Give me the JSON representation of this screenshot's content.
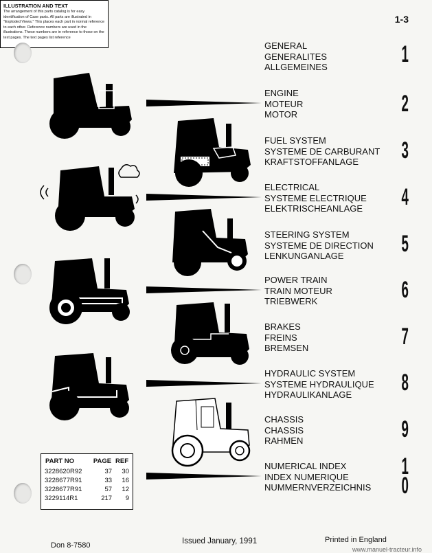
{
  "page_number": "1-3",
  "illustration_box": {
    "title": "ILLUSTRATION AND TEXT",
    "body": "The arrangement of this parts catalog is for easy identification of Case parts. All parts are illustrated in \"Exploded Views.\" This places each part in normal reference to each other. Reference numbers are used in the illustrations. These numbers are in reference to those on the text pages. The text pages list reference"
  },
  "sections": [
    {
      "lines": [
        "GENERAL",
        "GENERALITES",
        "ALLGEMEINES"
      ],
      "number": "1"
    },
    {
      "lines": [
        "ENGINE",
        "MOTEUR",
        "MOTOR"
      ],
      "number": "2"
    },
    {
      "lines": [
        "FUEL SYSTEM",
        "SYSTEME DE CARBURANT",
        "KRAFTSTOFFANLAGE"
      ],
      "number": "3"
    },
    {
      "lines": [
        "ELECTRICAL",
        "SYSTEME ELECTRIQUE",
        "ELEKTRISCHEANLAGE"
      ],
      "number": "4"
    },
    {
      "lines": [
        "STEERING SYSTEM",
        "SYSTEME DE DIRECTION",
        "LENKUNGANLAGE"
      ],
      "number": "5"
    },
    {
      "lines": [
        "POWER TRAIN",
        "TRAIN MOTEUR",
        "TRIEBWERK"
      ],
      "number": "6"
    },
    {
      "lines": [
        "BRAKES",
        "FREINS",
        "BREMSEN"
      ],
      "number": "7"
    },
    {
      "lines": [
        "HYDRAULIC SYSTEM",
        "SYSTEME HYDRAULIQUE",
        "HYDRAULIKANLAGE"
      ],
      "number": "8"
    },
    {
      "lines": [
        "CHASSIS",
        "CHASSIS",
        "RAHMEN"
      ],
      "number": "9"
    },
    {
      "lines": [
        "NUMERICAL INDEX",
        "INDEX NUMERIQUE",
        "NUMMERNVERZEICHNIS"
      ],
      "number": "10",
      "number_top": "1",
      "number_bottom": "0"
    }
  ],
  "parts_table": {
    "headers": [
      "PART NO",
      "PAGE",
      "REF"
    ],
    "rows": [
      [
        "3228620R92",
        "37",
        "30"
      ],
      [
        "3228677R91",
        "33",
        "16"
      ],
      [
        "3228677R91",
        "57",
        "12"
      ],
      [
        "3229114R1",
        "217",
        "9"
      ]
    ]
  },
  "footer": {
    "don": "Don 8-7580",
    "issued": "Issued January, 1991",
    "printed": "Printed in England",
    "watermark": "www.manuel-tracteur.info"
  }
}
